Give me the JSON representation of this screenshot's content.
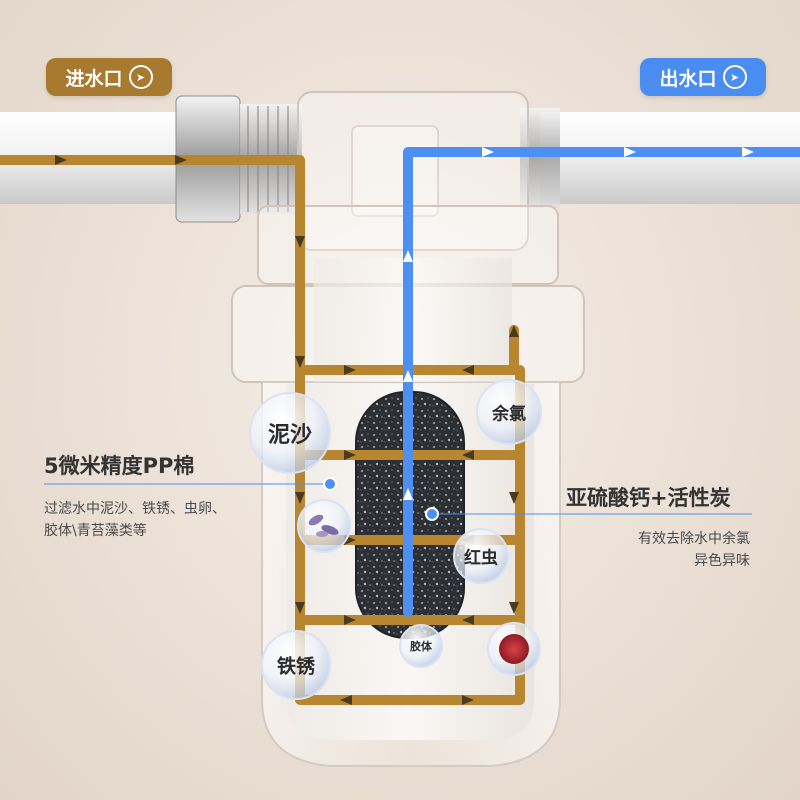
{
  "badges": {
    "inlet": "进水口",
    "outlet": "出水口",
    "arrow_glyph": "➤"
  },
  "left_callout": {
    "title": "5微米精度PP棉",
    "desc_lines": [
      "过滤水中泥沙、铁锈、虫卵、",
      "胶体\\青苔藻类等"
    ]
  },
  "right_callout": {
    "title": "亚硫酸钙+活性炭",
    "desc_lines": [
      "有效去除水中余氯",
      "异色异味"
    ]
  },
  "bubbles": {
    "sand": "泥沙",
    "chlorine": "余氯",
    "red_worm": "红虫",
    "colloid": "胶体",
    "rust": "铁锈"
  },
  "colors": {
    "inlet_flow": "#b8862f",
    "outlet_flow": "#4d8ff2",
    "inlet_badge": "#a87a2f",
    "outlet_badge": "#4a8df0",
    "background": "#ebe0d6"
  }
}
